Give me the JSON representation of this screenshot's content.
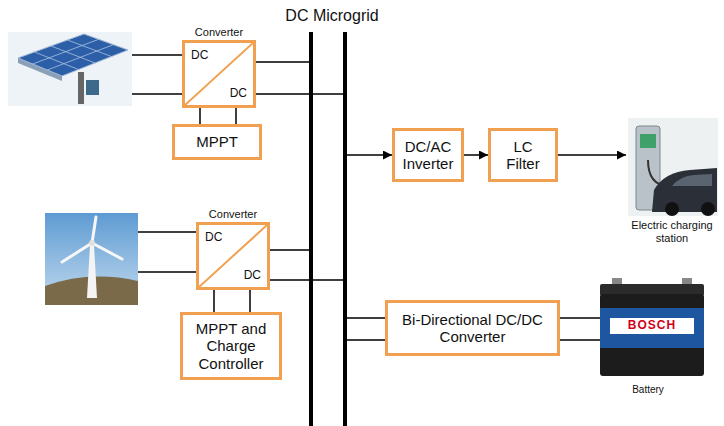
{
  "diagram": {
    "nodes": [
      {
        "text": [
          "DC Microgrid"
        ]
      },
      {
        "text": [
          "Converter",
          "DC",
          "DC"
        ]
      },
      {
        "text": [
          "MPPT"
        ]
      },
      {
        "text": [
          "DC/AC Inverter"
        ]
      },
      {
        "text": [
          "LC Filter"
        ]
      },
      {
        "text": [
          "Converter",
          "DC",
          "DC"
        ]
      },
      {
        "text": [
          "MPPT and Charge Controller"
        ]
      },
      {
        "text": [
          "Bi-Directional DC/DC Converter"
        ]
      }
    ],
    "edges": [
      {
        "from": 1,
        "to": 0,
        "arrow": "none"
      },
      {
        "from": 1,
        "to": 2,
        "arrow": "none"
      },
      {
        "from": 0,
        "to": 3,
        "arrow": "to"
      },
      {
        "from": 3,
        "to": 4,
        "arrow": "to"
      },
      {
        "from": 5,
        "to": 0,
        "arrow": "none"
      },
      {
        "from": 5,
        "to": 6,
        "arrow": "none"
      },
      {
        "from": 0,
        "to": 7,
        "arrow": "none"
      }
    ],
    "labels": [
      "Electric charging station",
      "BOSCH",
      "Battery"
    ]
  }
}
